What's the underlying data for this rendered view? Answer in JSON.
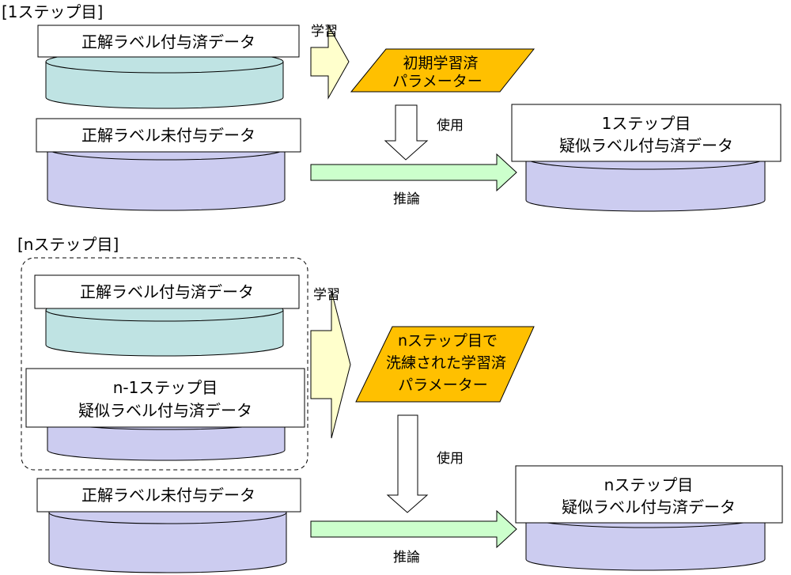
{
  "step1": {
    "header": "[1ステップ目]",
    "labeled_data": "正解ラベル付与済データ",
    "unlabeled_data": "正解ラベル未付与データ",
    "learn_label": "学習",
    "params_line1": "初期学習済",
    "params_line2": "パラメーター",
    "use_label": "使用",
    "infer_label": "推論",
    "result_line1": "1ステップ目",
    "result_line2": "疑似ラベル付与済データ"
  },
  "stepn": {
    "header": "[nステップ目]",
    "labeled_data": "正解ラベル付与済データ",
    "prev_pseudo_line1": "n-1ステップ目",
    "prev_pseudo_line2": "疑似ラベル付与済データ",
    "unlabeled_data": "正解ラベル未付与データ",
    "learn_label": "学習",
    "params_line1": "nステップ目で",
    "params_line2": "洗練された学習済",
    "params_line3": "パラメーター",
    "use_label": "使用",
    "infer_label": "推論",
    "result_line1": "nステップ目",
    "result_line2": "疑似ラベル付与済データ"
  },
  "colors": {
    "labeled_cylinder": "#bfe3e3",
    "unlabeled_cylinder": "#ccccf0",
    "params_fill": "#ffc000",
    "learn_arrow": "#ffffcc",
    "infer_arrow": "#ccffcc",
    "use_arrow": "#ffffff"
  }
}
